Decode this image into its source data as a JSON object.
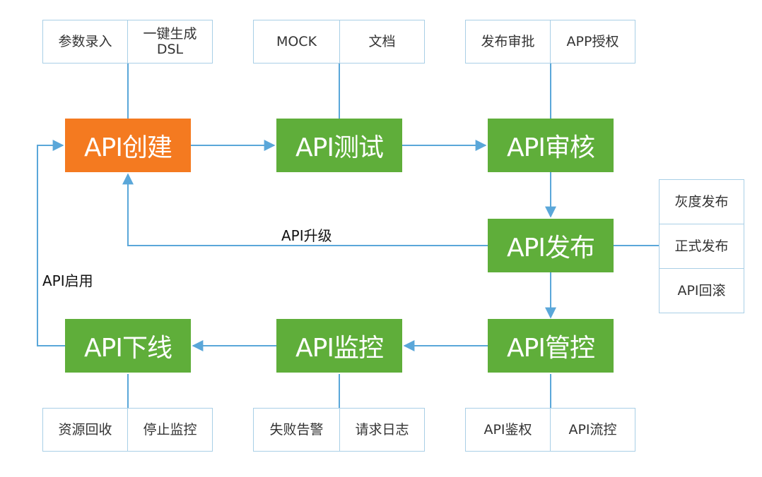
{
  "colors": {
    "step": "#5fae3a",
    "active_step": "#f47a20",
    "connector": "#5aa7d9",
    "box_border": "#a9cfe6"
  },
  "nodes": {
    "create": "API创建",
    "test": "API测试",
    "review": "API审核",
    "publish": "API发布",
    "control": "API管控",
    "monitor": "API监控",
    "offline": "API下线"
  },
  "groups": {
    "create": [
      "参数录入",
      "一键生成\nDSL"
    ],
    "test": [
      "MOCK",
      "文档"
    ],
    "review": [
      "发布审批",
      "APP授权"
    ],
    "publish": [
      "灰度发布",
      "正式发布",
      "API回滚"
    ],
    "control": [
      "API鉴权",
      "API流控"
    ],
    "monitor": [
      "失败告警",
      "请求日志"
    ],
    "offline": [
      "资源回收",
      "停止监控"
    ]
  },
  "labels": {
    "upgrade": "API升级",
    "enable": "API启用"
  }
}
